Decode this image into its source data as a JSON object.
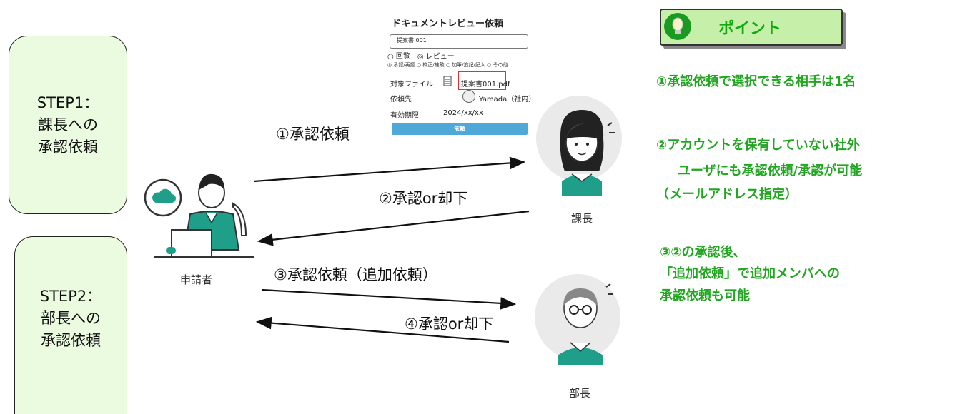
{
  "steps": [
    {
      "line1": "STEP1：",
      "line2": "課長への",
      "line3": "承認依頼"
    },
    {
      "line1": "STEP2：",
      "line2": "部長への",
      "line3": "承認依頼"
    }
  ],
  "form": {
    "title": "ドキュメントレビュー依頼",
    "input_value": "提案書 001",
    "options_row1": "○ 回覧　◎ レビュー",
    "options_row2": "◎ 承認/再認 ○ 校正/推敲 ○ 加筆/追記/記入 ○ その他",
    "target_label": "対象ファイル",
    "target_value": "提案書001.pdf",
    "requestee_label": "依頼先",
    "requestee_value": "Yamada（社内）",
    "expiry_label": "有効期限",
    "expiry_value": "2024/xx/xx",
    "button_label": "依頼"
  },
  "arrows": {
    "a1": "①承認依頼",
    "a2": "②承認or却下",
    "a3": "③承認依頼（追加依頼）",
    "a4": "④承認or却下"
  },
  "roles": {
    "applicant": "申請者",
    "section_chief": "課長",
    "department_head": "部長"
  },
  "point": {
    "title": "ポイント",
    "item1": "①承認依頼で選択できる相手は1名",
    "item2_line1": "②アカウントを保有していない社外",
    "item2_line2": "ユーザにも承認依頼/承認が可能",
    "item2_line3": "（メールアドレス指定）",
    "item3_line1": "③②の承認後、",
    "item3_line2": "「追加依頼」で追加メンバへの",
    "item3_line3": "承認依頼も可能"
  },
  "colors": {
    "step_box_fill": "#eafbe0",
    "point_fill": "#c6f0aa",
    "point_text": "#22a622",
    "figure_suit": "#1f9e8a"
  }
}
